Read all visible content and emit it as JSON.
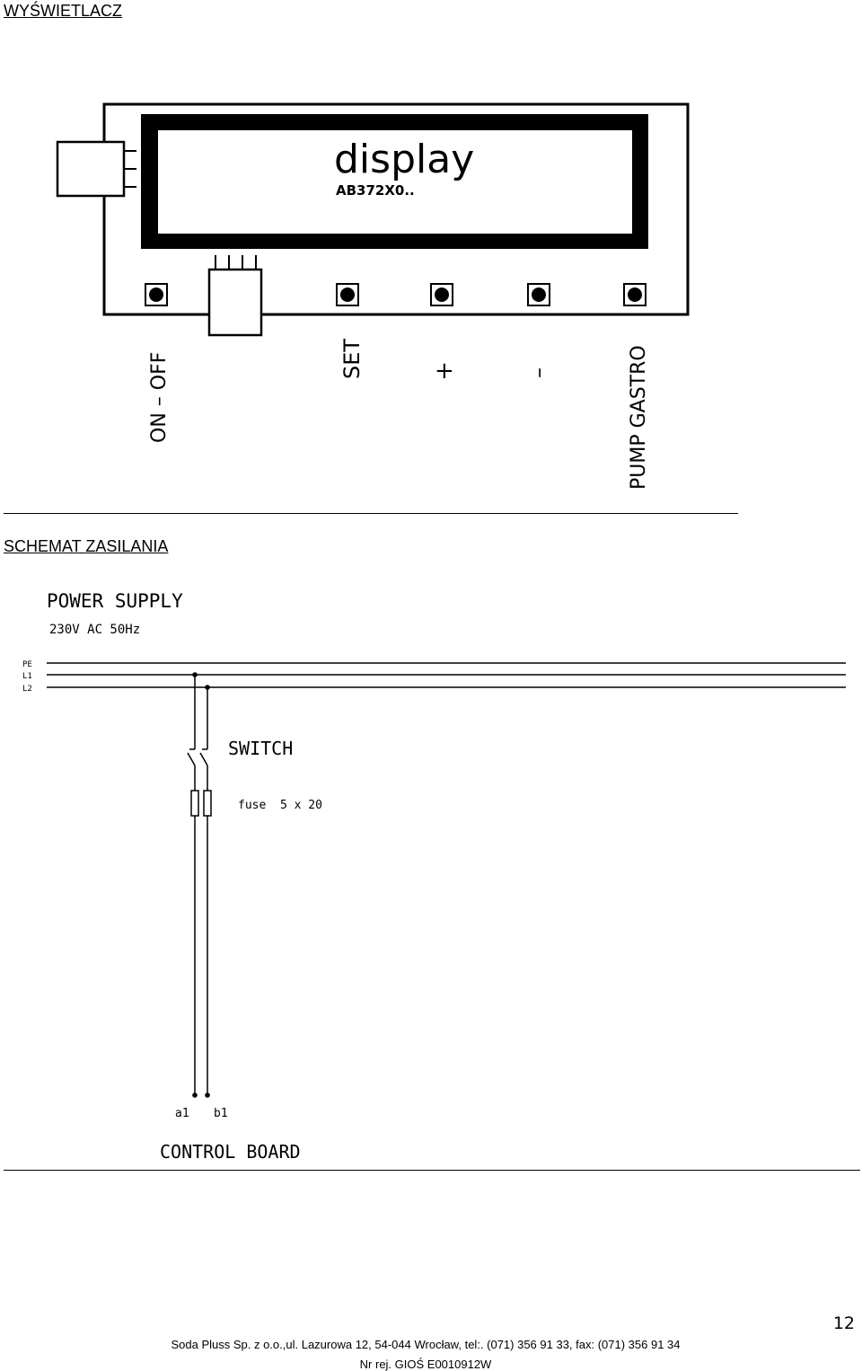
{
  "headings": {
    "display_section": "WYŚWIETLACZ",
    "power_section": "SCHEMAT ZASILANIA"
  },
  "display_panel": {
    "screen_text": "display",
    "model": "AB372X0..",
    "buttons": [
      {
        "label": "ON – OFF"
      },
      {
        "label": "SET"
      },
      {
        "label": "+"
      },
      {
        "label": "–"
      },
      {
        "label": "PUMP GASTRO"
      }
    ]
  },
  "power_schematic": {
    "title": "POWER SUPPLY",
    "spec": "230V AC 50Hz",
    "lines": [
      "PE",
      "L1",
      "L2"
    ],
    "switch_label": "SWITCH",
    "fuse_label": "fuse  5 x 20",
    "terminals": [
      "a1",
      "b1"
    ],
    "board_label": "CONTROL BOARD"
  },
  "page_number": "12",
  "footer": {
    "line1": "Soda Pluss Sp. z o.o.,ul. Lazurowa 12, 54-044 Wrocław, tel:. (071) 356 91 33, fax: (071) 356 91 34",
    "line2": "Nr rej. GIOŚ E0010912W"
  }
}
